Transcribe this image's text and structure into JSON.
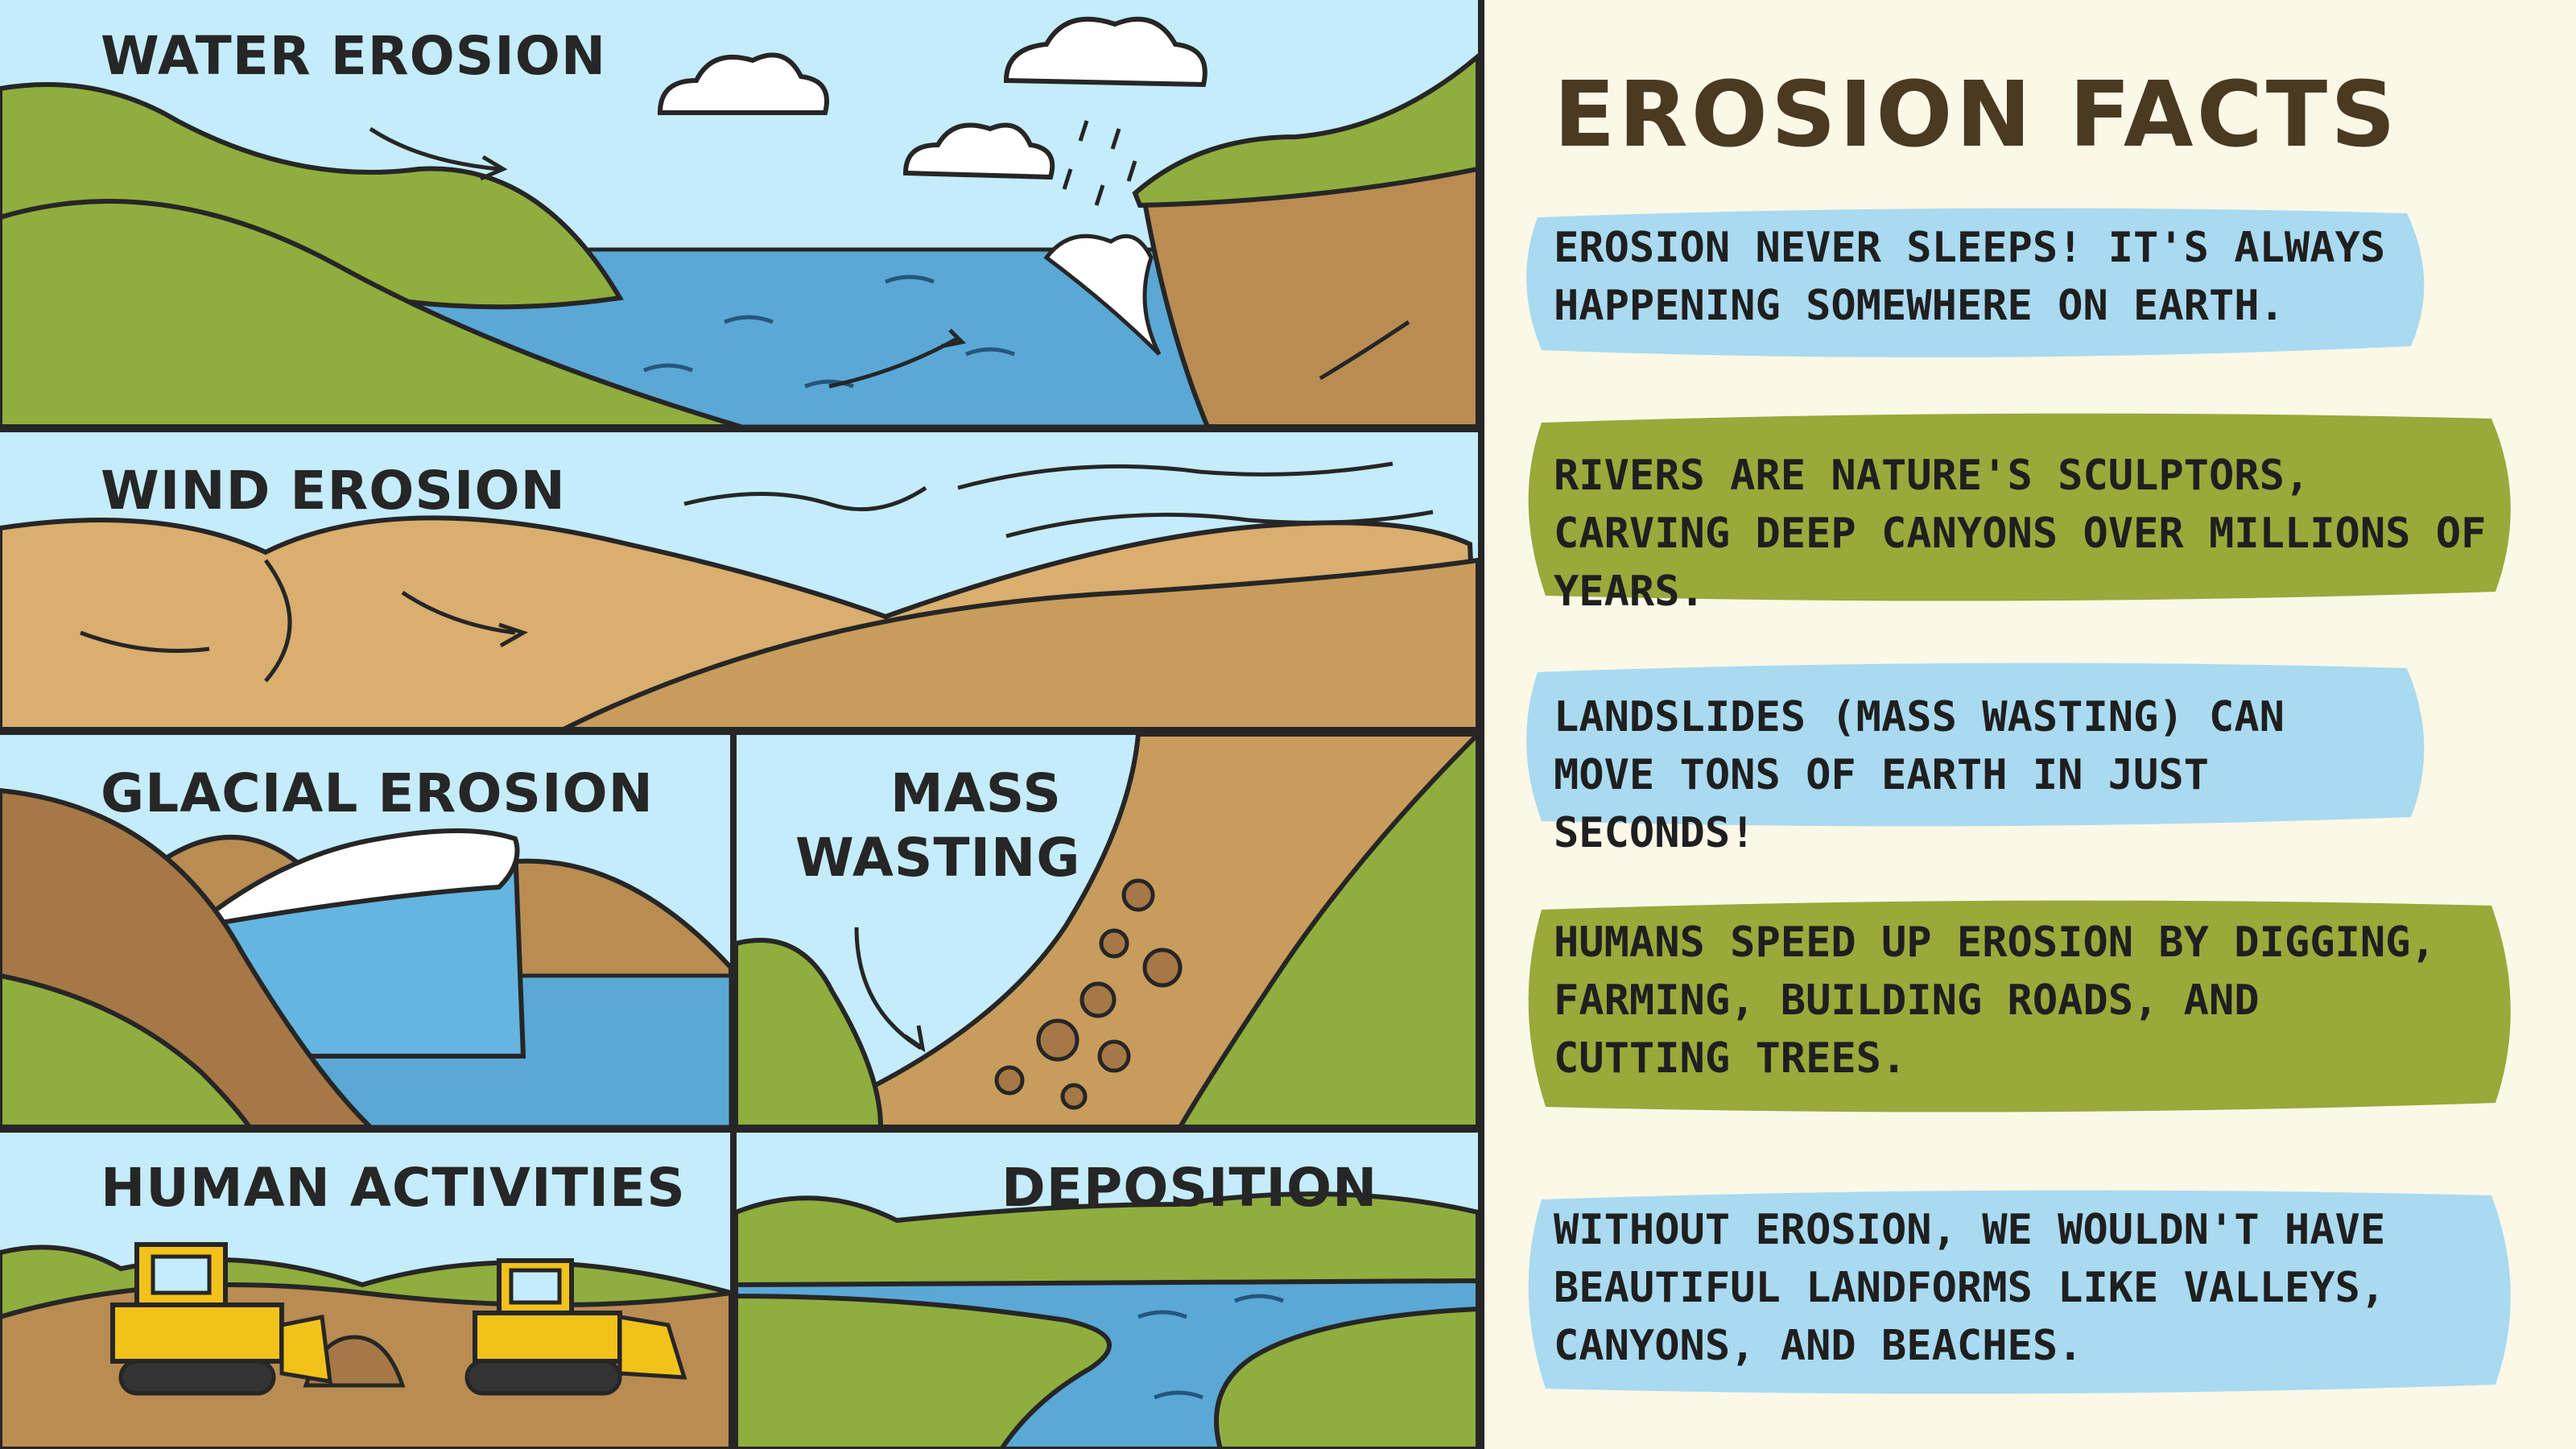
{
  "panels": {
    "water": {
      "label": "WATER EROSION"
    },
    "wind": {
      "label": "WIND EROSION"
    },
    "glacial": {
      "label": "GLACIAL EROSION"
    },
    "mass": {
      "label_line1": "MASS",
      "label_line2": "WASTING"
    },
    "human": {
      "label": "HUMAN ACTIVITIES"
    },
    "deposition": {
      "label": "DEPOSITION"
    }
  },
  "facts": {
    "title": "EROSION FACTS",
    "items": [
      {
        "text": "EROSION NEVER SLEEPS! IT'S ALWAYS HAPPENING SOMEWHERE ON EARTH.",
        "color": "#a9daf0"
      },
      {
        "text": "RIVERS ARE NATURE'S SCULPTORS, CARVING DEEP CANYONS OVER MILLIONS OF YEARS.",
        "color": "#9aa93a"
      },
      {
        "text": "LANDSLIDES (MASS WASTING) CAN MOVE TONS OF EARTH IN JUST SECONDS!",
        "color": "#a9daf0"
      },
      {
        "text": "HUMANS SPEED UP EROSION BY DIGGING, FARMING, BUILDING ROADS, AND CUTTING TREES.",
        "color": "#9aa93a"
      },
      {
        "text": "WITHOUT EROSION, WE WOULDN'T HAVE BEAUTIFUL LANDFORMS LIKE VALLEYS, CANYONS, AND BEACHES.",
        "color": "#a9daf0"
      }
    ]
  },
  "colors": {
    "sky": "#c4ecfb",
    "water": "#5aa8d6",
    "grass": "#8fae3e",
    "sand": "#d9ae6e",
    "dirt": "#b98c52",
    "outline": "#262626",
    "machine": "#f2c21b"
  }
}
